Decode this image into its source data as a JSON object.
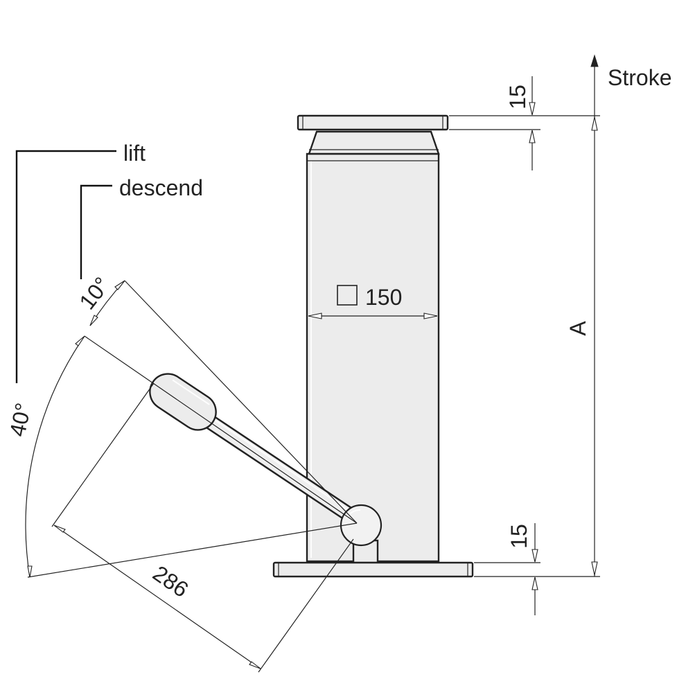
{
  "labels": {
    "stroke": "Stroke",
    "lift": "lift",
    "descend": "descend",
    "square_symbol": "□",
    "width": "150",
    "top_clearance": "15",
    "bottom_clearance": "15",
    "height": "A",
    "lever_length": "286",
    "angle_small": "10°",
    "angle_large": "40°"
  }
}
